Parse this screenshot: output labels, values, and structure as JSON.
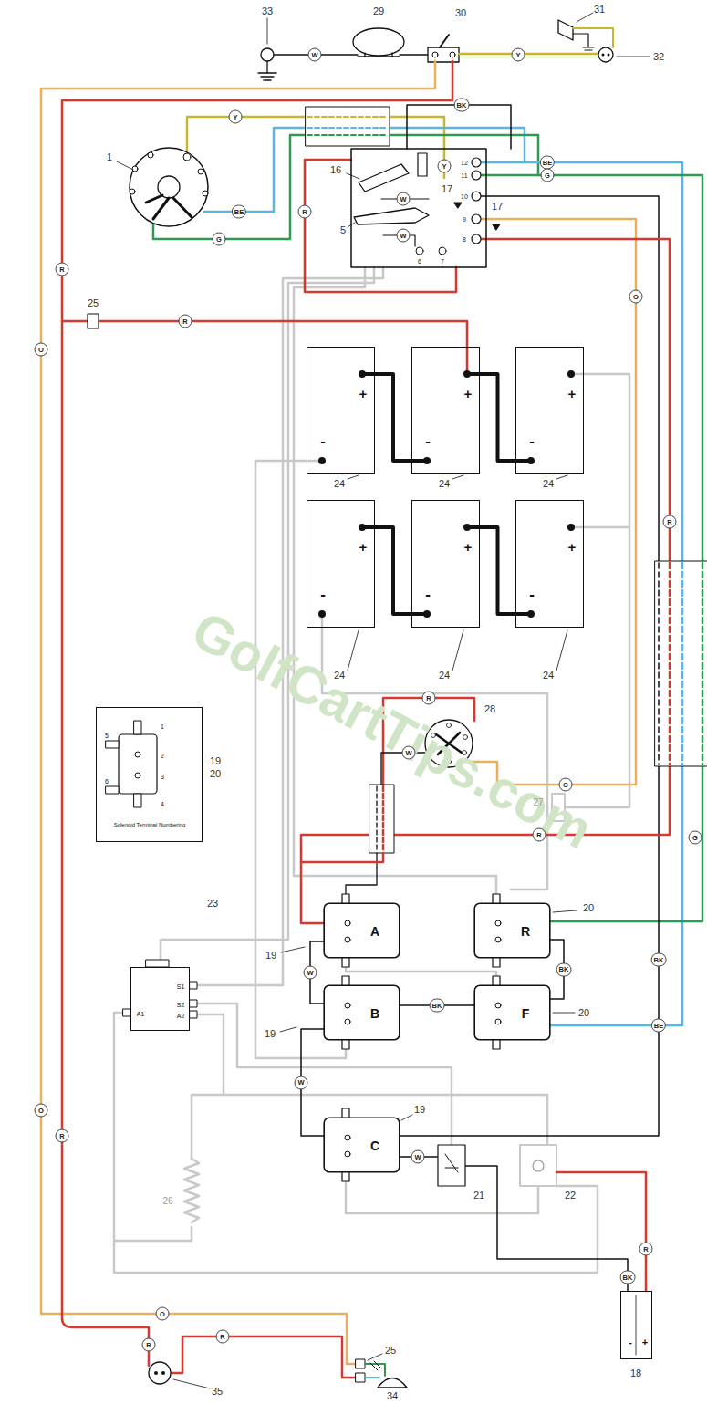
{
  "diagram": {
    "nodes": [
      {
        "text": [
          "+",
          "-"
        ]
      },
      {
        "text": [
          "+",
          "-"
        ]
      },
      {
        "text": [
          "+",
          "-"
        ]
      },
      {
        "text": [
          "+",
          "-"
        ]
      },
      {
        "text": [
          "+",
          "-"
        ]
      },
      {
        "text": [
          "+",
          "-"
        ]
      },
      {
        "text": [
          "1",
          "2",
          "3",
          "4",
          "5",
          "6",
          "Solenoid Terminal Numbering"
        ]
      },
      {
        "text": [
          "A"
        ]
      },
      {
        "text": [
          "R"
        ]
      },
      {
        "text": [
          "S1",
          "S2",
          "A2",
          "A1"
        ]
      },
      {
        "text": [
          "B"
        ]
      },
      {
        "text": [
          "F"
        ]
      },
      {
        "text": [
          "C"
        ]
      },
      {
        "text": [
          "-",
          "+"
        ]
      }
    ],
    "edges": [
      {
        "from": 0,
        "to": 1,
        "arrow": "none"
      },
      {
        "from": 1,
        "to": 2,
        "arrow": "none"
      },
      {
        "from": 3,
        "to": 4,
        "arrow": "none"
      },
      {
        "from": 4,
        "to": 5,
        "arrow": "none"
      },
      {
        "from": 7,
        "to": 10,
        "label": "W",
        "arrow": "none"
      },
      {
        "from": 10,
        "to": 11,
        "label": "BK",
        "arrow": "none"
      },
      {
        "from": 8,
        "to": 11,
        "label": "BK",
        "arrow": "none"
      },
      {
        "from": 10,
        "to": 12,
        "label": "W",
        "arrow": "none"
      }
    ],
    "labels": [
      "33",
      "29",
      "30",
      "31",
      "W",
      "Y",
      "32",
      "Y",
      "BK",
      "1",
      "12",
      "BE",
      "16",
      "Y",
      "11",
      "G",
      "17",
      "10",
      "W",
      "R",
      "9",
      "G",
      "BE",
      "17",
      "5",
      "W",
      "8",
      "6",
      "7",
      "R",
      "O",
      "25",
      "R",
      "O",
      "24",
      "24",
      "24",
      "R",
      "24",
      "24",
      "24",
      "GolfCartTips.com",
      "19",
      "20",
      "R",
      "28",
      "O",
      "W",
      "27",
      "R",
      "G",
      "23",
      "20",
      "19",
      "BK",
      "19",
      "20",
      "BE",
      "O",
      "R",
      "19",
      "W",
      "21",
      "22",
      "26",
      "R",
      "BK",
      "O",
      "R",
      "25",
      "18",
      "R",
      "35",
      "34"
    ]
  }
}
